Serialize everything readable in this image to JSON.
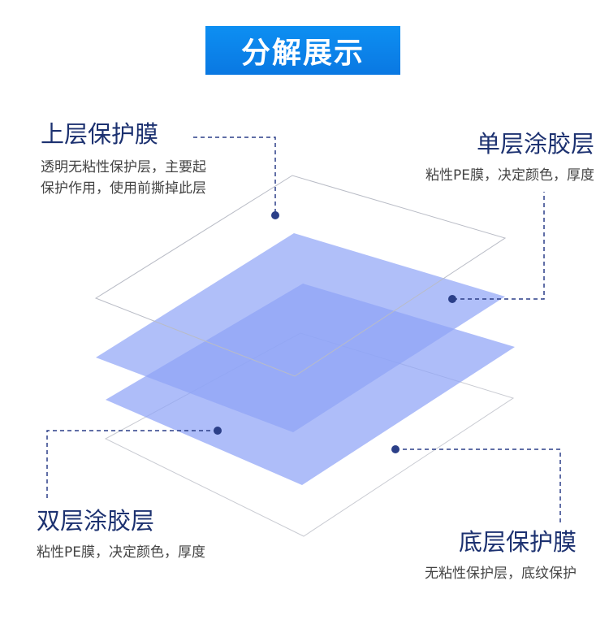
{
  "banner": {
    "title": "分解展示"
  },
  "layers": [
    {
      "title": "上层保护膜",
      "desc": [
        "透明无粘性保护层，主要起",
        "保护作用，使用前撕掉此层"
      ]
    },
    {
      "title": "单层涂胶层",
      "desc": [
        "粘性PE膜，决定颜色，厚度"
      ]
    },
    {
      "title": "双层涂胶层",
      "desc": [
        "粘性PE膜，决定颜色，厚度"
      ]
    },
    {
      "title": "底层保护膜",
      "desc": [
        "无粘性保护层，底纹保护"
      ]
    }
  ],
  "colors": {
    "banner": "#0a84ea",
    "film": "#8fa4f7",
    "leader": "#2b3f88",
    "title": "#1c3170"
  }
}
